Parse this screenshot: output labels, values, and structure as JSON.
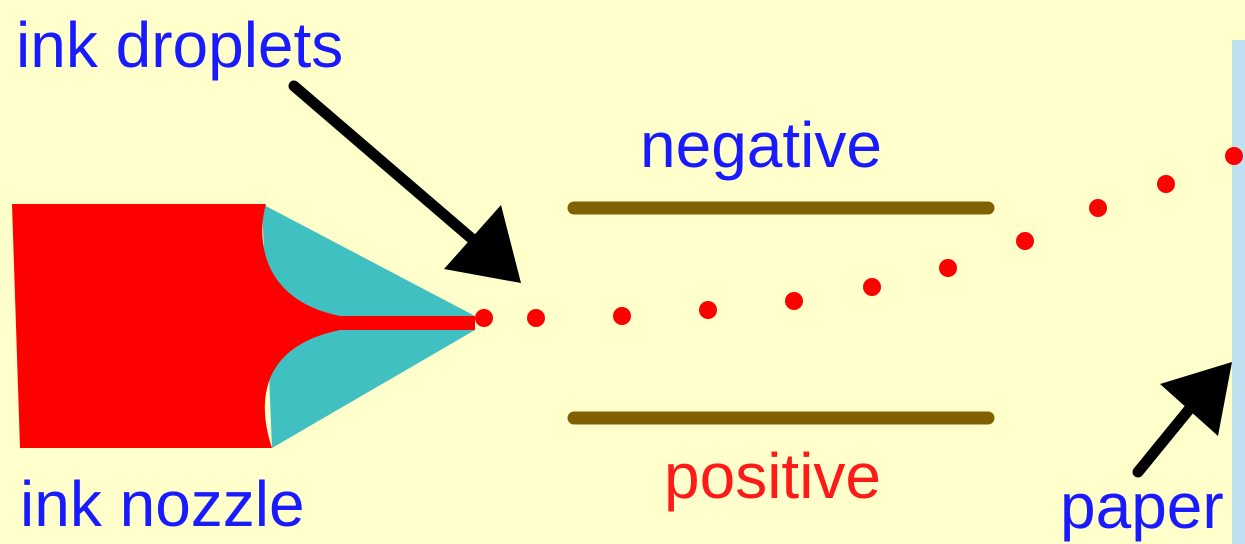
{
  "labels": {
    "ink_droplets": "ink droplets",
    "negative": "negative",
    "positive": "positive",
    "ink_nozzle": "ink nozzle",
    "paper": "paper"
  },
  "colors": {
    "background": "#ffffcc",
    "label_blue": "#1a1aff",
    "label_red": "#ff1a1a",
    "ink": "#ff0000",
    "nozzle_tip": "#40c0c0",
    "plate": "#806000",
    "paper": "#c0e0f0",
    "arrow": "#000000"
  }
}
